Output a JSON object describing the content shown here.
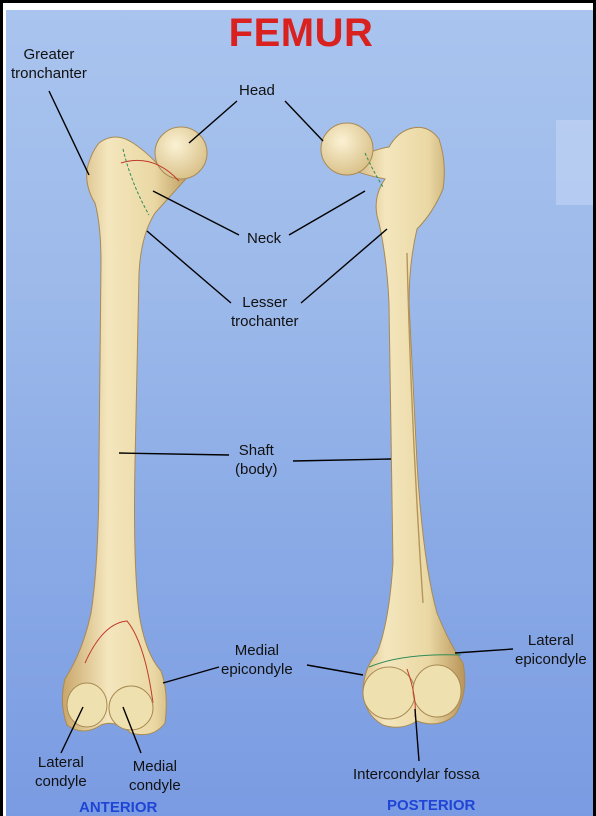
{
  "title": "FEMUR",
  "labels": {
    "greater_trochanter": "Greater\ntronchanter",
    "head": "Head",
    "neck": "Neck",
    "lesser_trochanter": "Lesser\ntrochanter",
    "shaft": "Shaft\n(body)",
    "medial_epicondyle": "Medial\nepicondyle",
    "lateral_epicondyle": "Lateral\nepicondyle",
    "lateral_condyle": "Lateral\ncondyle",
    "medial_condyle": "Medial\ncondyle",
    "intercondylar_fossa": "Intercondylar fossa"
  },
  "views": {
    "anterior": "ANTERIOR",
    "posterior": "POSTERIOR"
  },
  "colors": {
    "title": "#d9221f",
    "view_label": "#1f45d6",
    "bone": "#eddcaa",
    "background": "#9cb9ea"
  }
}
